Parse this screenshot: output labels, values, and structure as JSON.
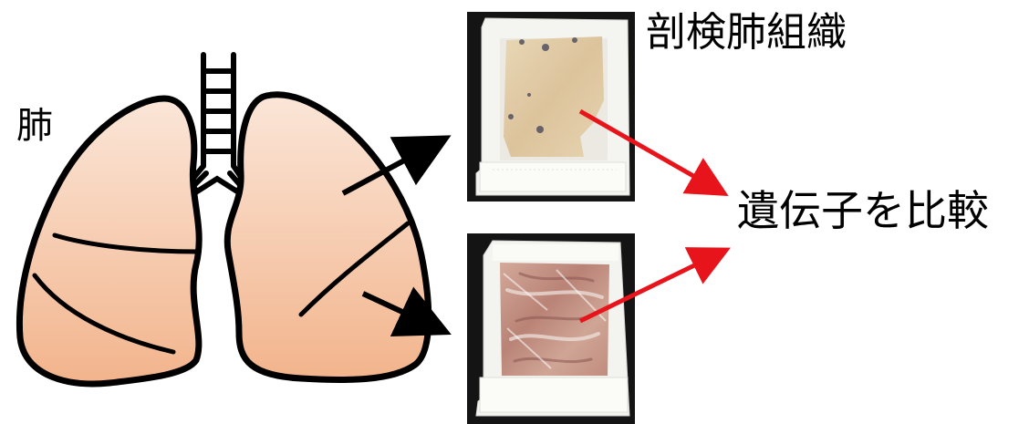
{
  "labels": {
    "lung": "肺",
    "autopsy_tissue": "剖検肺組織",
    "compare_genes": "遺伝子を比較"
  },
  "colors": {
    "lung_fill_top": "#fbe3d3",
    "lung_fill_bottom": "#f3b891",
    "outline": "#000000",
    "arrow_red": "#e8141b",
    "arrow_black": "#000000",
    "photo_bg": "#141414",
    "cassette": "#f6f6f3",
    "tissue_top": "#e2cfa8",
    "tissue_bottom": "#c8998a"
  },
  "icons": [
    "lung-illustration",
    "tissue-cassette-photo"
  ]
}
